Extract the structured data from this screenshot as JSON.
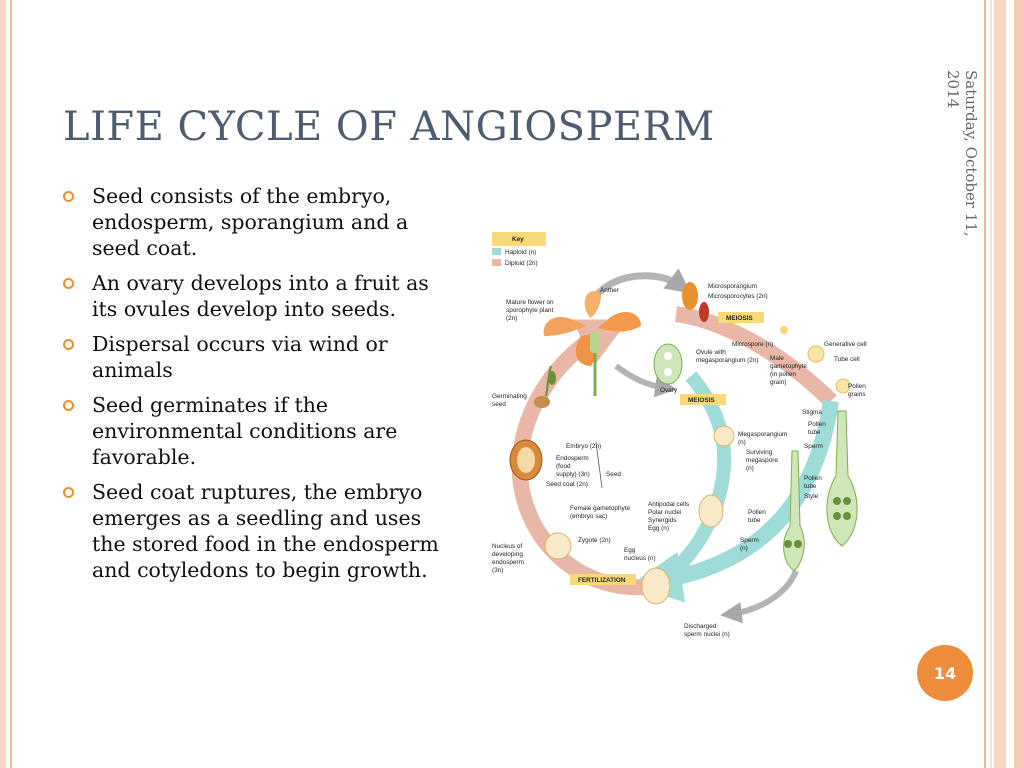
{
  "slide": {
    "title": "LIFE CYCLE OF ANGIOSPERM",
    "date": "Saturday, October 11, 2014",
    "page_number": "14",
    "accent_color": "#f08d3a",
    "title_color": "#4f5b6e",
    "bullets": [
      "Seed consists of the embryo, endosperm, sporangium and a seed coat.",
      "An ovary develops into a fruit as its ovules develop into seeds.",
      "Dispersal occurs via wind or animals",
      "Seed germinates if the environmental conditions are favorable.",
      "Seed coat ruptures, the embryo emerges as a seedling and uses the stored food in the endosperm and cotyledons to begin growth."
    ]
  },
  "diagram": {
    "colors": {
      "haploid": "#9fdcd8",
      "diploid": "#e9b7a8",
      "label_box": "#f7d978"
    },
    "key": {
      "title": "Key",
      "haploid": "Haploid (n)",
      "diploid": "Diploid (2n)"
    },
    "labels": {
      "mature_flower": [
        "Mature flower on",
        "sporophyte plant",
        "(2n)"
      ],
      "anther": "Anther",
      "microsporangium": "Microsporangium",
      "microsporocytes": "Microsporocytes (2n)",
      "meiosis_top": "MEIOSIS",
      "microspore": "Microspore (n)",
      "generative_cell": "Generative cell",
      "tube_cell": "Tube cell",
      "male_gametophyte": [
        "Male",
        "gametophyte",
        "(in pollen",
        "grain)"
      ],
      "pollen_grains": [
        "Pollen",
        "grains"
      ],
      "ovule": [
        "Ovule with",
        "megasporangium (2n)"
      ],
      "ovary": "Ovary",
      "meiosis_mid": "MEIOSIS",
      "stigma": "Stigma",
      "pollen_tube_top": [
        "Pollen",
        "tube"
      ],
      "sperm_top": "Sperm",
      "germinating_seed": [
        "Germinating",
        "seed"
      ],
      "megasporangium": [
        "Megasporangium",
        "(n)"
      ],
      "surviving_megaspore": [
        "Surviving",
        "megaspore",
        "(n)"
      ],
      "pollen_tube_mid": [
        "Pollen",
        "tube"
      ],
      "style": "Style",
      "embryo": "Embryo (2n)",
      "endosperm": [
        "Endosperm",
        "(food",
        "supply) (3n)"
      ],
      "seed_coat": "Seed coat (2n)",
      "seed": "Seed",
      "female_gametophyte": [
        "Female gametophyte",
        "(embryo sac)"
      ],
      "antipodal_cells": "Antipodal cells",
      "polar_nuclei": "Polar nuclei",
      "synergids": "Synergids",
      "egg": "Egg (n)",
      "pollen_tube_low": [
        "Pollen",
        "tube"
      ],
      "nucleus_endosperm": [
        "Nucleus of",
        "developing",
        "endosperm",
        "(3n)"
      ],
      "zygote": "Zygote (2n)",
      "egg_nucleus": [
        "Egg",
        "nucleus (n)"
      ],
      "sperm_low": [
        "Sperm",
        "(n)"
      ],
      "fertilization": "FERTILIZATION",
      "discharged_sperm": [
        "Discharged",
        "sperm nuclei (n)"
      ]
    }
  }
}
